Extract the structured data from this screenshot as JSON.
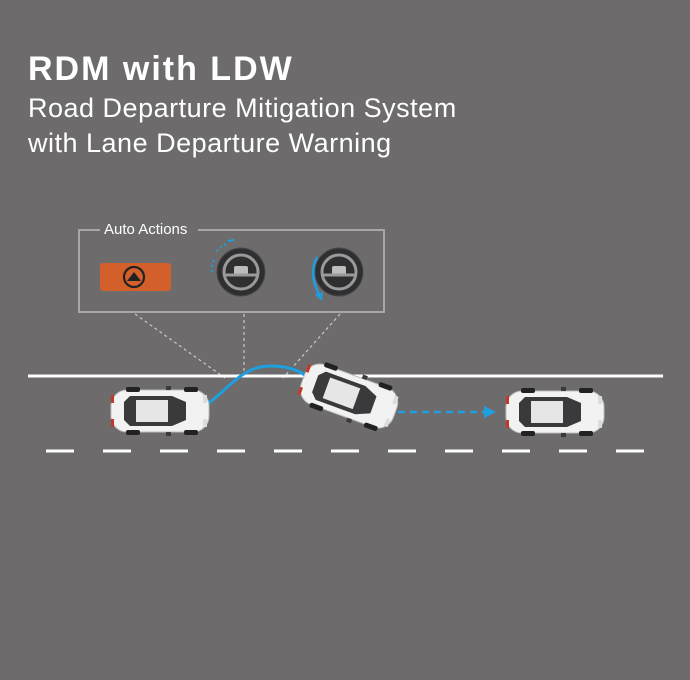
{
  "header": {
    "title": "RDM with LDW",
    "subtitle_line1": "Road Departure Mitigation System",
    "subtitle_line2": "with Lane Departure Warning"
  },
  "actions_box": {
    "label": "Auto Actions",
    "items": [
      {
        "name": "warning-indicator-icon",
        "color": "#d35f2a"
      },
      {
        "name": "steering-vibration-icon"
      },
      {
        "name": "steering-assist-icon"
      }
    ]
  },
  "colors": {
    "background": "#6d6b6c",
    "path": "#1e9fe0",
    "warning": "#d35f2a",
    "road_line": "#ffffff"
  }
}
